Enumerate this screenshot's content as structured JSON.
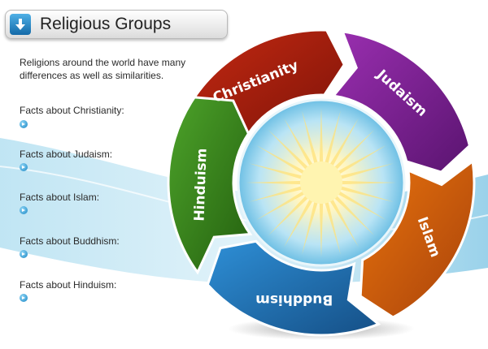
{
  "header": {
    "title": "Religious Groups",
    "icon": "arrow-down-icon",
    "icon_color": "#1a7cc1"
  },
  "intro": "Religions around the world have many differences as well as similarities.",
  "facts": [
    {
      "label": "Facts about Christianity:"
    },
    {
      "label": "Facts about Judaism:"
    },
    {
      "label": "Facts about Islam:"
    },
    {
      "label": "Facts about Buddhism:"
    },
    {
      "label": "Facts about Hinduism:"
    }
  ],
  "diagram": {
    "segments": [
      {
        "label": "Christianity",
        "color": "#c62a12",
        "dark": "#7a1208"
      },
      {
        "label": "Judaism",
        "color": "#9a2fb0",
        "dark": "#5a1470"
      },
      {
        "label": "Islam",
        "color": "#e8730e",
        "dark": "#a8420a"
      },
      {
        "label": "Buddhism",
        "color": "#2e8fd6",
        "dark": "#154f86"
      },
      {
        "label": "Hinduism",
        "color": "#4da32a",
        "dark": "#24600f"
      }
    ],
    "center": {
      "color": "#fff4b0",
      "ray_color": "#ffe27a"
    }
  }
}
